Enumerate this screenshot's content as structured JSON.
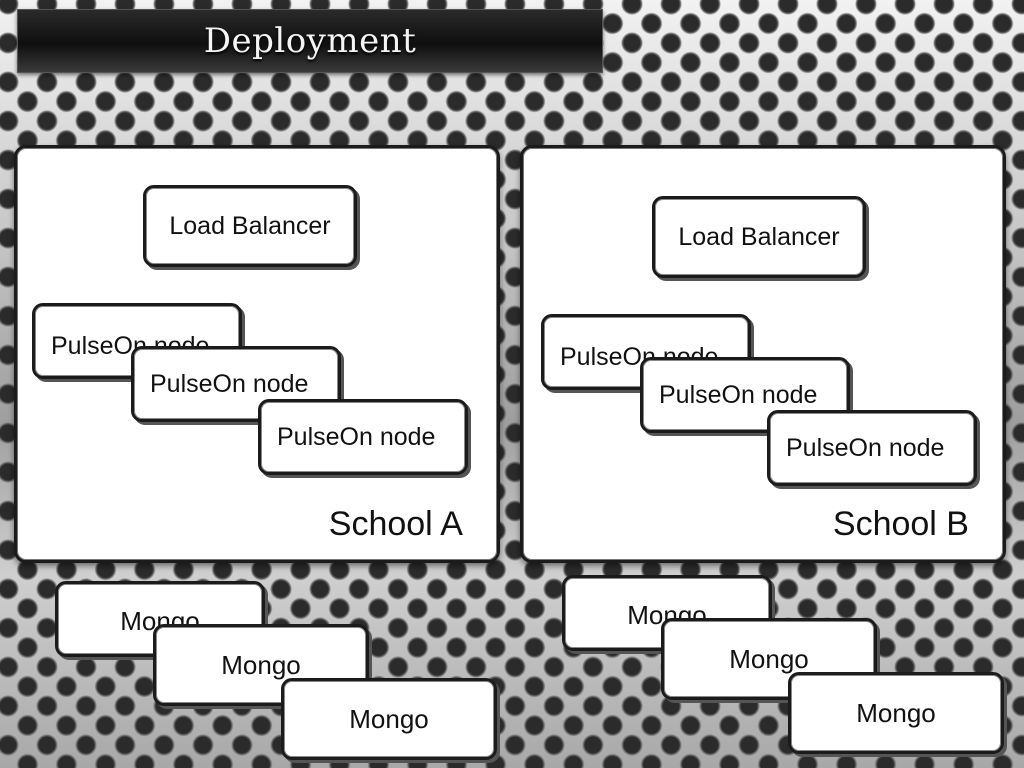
{
  "title": "Deployment",
  "schools": [
    {
      "label": "School A",
      "load_balancer": "Load Balancer",
      "nodes": [
        "PulseOn node",
        "PulseOn node",
        "PulseOn node"
      ],
      "mongo": [
        "Mongo",
        "Mongo",
        "Mongo"
      ]
    },
    {
      "label": "School B",
      "load_balancer": "Load Balancer",
      "nodes": [
        "PulseOn node",
        "PulseOn node",
        "PulseOn node"
      ],
      "mongo": [
        "Mongo",
        "Mongo",
        "Mongo"
      ]
    }
  ]
}
